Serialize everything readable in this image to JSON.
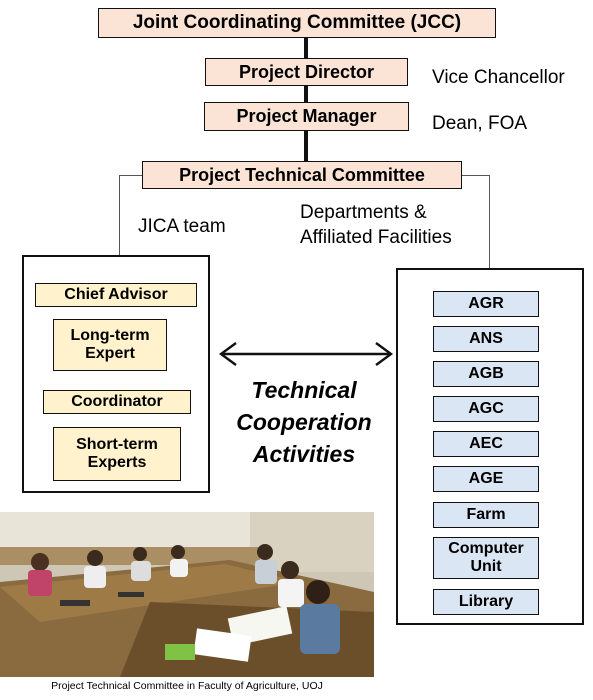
{
  "hierarchy": {
    "jcc": "Joint Coordinating Committee (JCC)",
    "director": "Project Director",
    "director_note": "Vice Chancellor",
    "manager": "Project Manager",
    "manager_note": "Dean, FOA",
    "technical_committee": "Project Technical Committee"
  },
  "jica": {
    "label": "JICA team",
    "members": [
      "Chief Advisor",
      "Long-term Expert",
      "Coordinator",
      "Short-term Experts"
    ]
  },
  "departments": {
    "label": "Departments & Affiliated Facilities",
    "items": [
      "AGR",
      "ANS",
      "AGB",
      "AGC",
      "AEC",
      "AGE",
      "Farm",
      "Computer Unit",
      "Library"
    ]
  },
  "center": {
    "line1": "Technical",
    "line2": "Cooperation",
    "line3": "Activities"
  },
  "photo": {
    "caption": "Project Technical Committee in Faculty of Agriculture, UOJ"
  },
  "colors": {
    "peach": "#fbe4d5",
    "cream": "#fff2cc",
    "blue": "#dbe6f4"
  }
}
